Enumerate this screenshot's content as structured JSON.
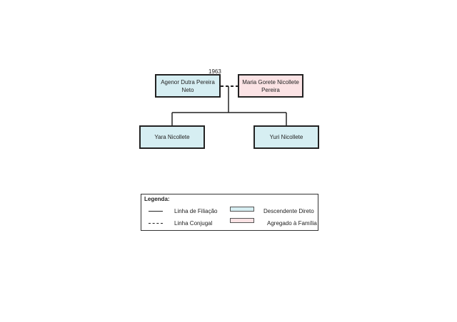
{
  "people": {
    "agenor": {
      "name": "Agenor Dutra Pereira Neto",
      "year": "1963"
    },
    "maria": {
      "name": "Maria Gorete Nicollete Pereira"
    },
    "yara": {
      "name": "Yara Nicollete"
    },
    "yuri": {
      "name": "Yuri Nicollete"
    }
  },
  "legend": {
    "title": "Legenda:",
    "filiation_label": "Linha de Filiação",
    "conjugal_label": "Linha Conjugal",
    "direct_label": "Descendente Direto",
    "aggregate_label": "Agregado à Família"
  },
  "colors": {
    "direct_descendant": "#d6eef2",
    "family_aggregate": "#fbe3e5",
    "line": "#222222"
  }
}
